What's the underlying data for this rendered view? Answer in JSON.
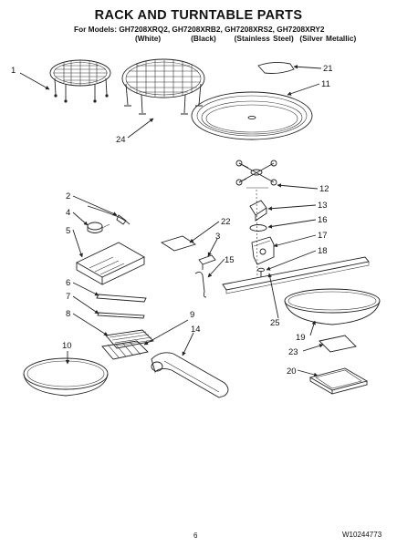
{
  "header": {
    "title": "RACK AND TURNTABLE PARTS",
    "models": "For Models: GH7208XRQ2, GH7208XRB2, GH7208XRS2, GH7208XRY2",
    "finishes": "(White)          (Black)      (Stainless Steel)  (Silver Metallic)"
  },
  "callouts": [
    {
      "id": "c1",
      "label": "1"
    },
    {
      "id": "c21",
      "label": "21"
    },
    {
      "id": "c11",
      "label": "11"
    },
    {
      "id": "c24",
      "label": "24"
    },
    {
      "id": "c12",
      "label": "12"
    },
    {
      "id": "c13",
      "label": "13"
    },
    {
      "id": "c16",
      "label": "16"
    },
    {
      "id": "c17",
      "label": "17"
    },
    {
      "id": "c18",
      "label": "18"
    },
    {
      "id": "c2",
      "label": "2"
    },
    {
      "id": "c4",
      "label": "4"
    },
    {
      "id": "c5",
      "label": "5"
    },
    {
      "id": "c22",
      "label": "22"
    },
    {
      "id": "c3",
      "label": "3"
    },
    {
      "id": "c15",
      "label": "15"
    },
    {
      "id": "c6",
      "label": "6"
    },
    {
      "id": "c7",
      "label": "7"
    },
    {
      "id": "c8",
      "label": "8"
    },
    {
      "id": "c9",
      "label": "9"
    },
    {
      "id": "c14",
      "label": "14"
    },
    {
      "id": "c10",
      "label": "10"
    },
    {
      "id": "c25",
      "label": "25"
    },
    {
      "id": "c19",
      "label": "19"
    },
    {
      "id": "c23",
      "label": "23"
    },
    {
      "id": "c20",
      "label": "20"
    }
  ],
  "footer": {
    "page_number": "6",
    "doc_number": "W10244773"
  }
}
